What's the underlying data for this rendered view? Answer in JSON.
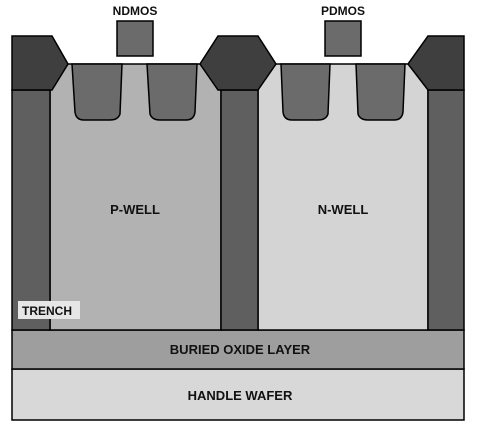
{
  "labels": {
    "ndmos": "NDMOS",
    "pdmos": "PDMOS",
    "p_well": "P-WELL",
    "n_well": "N-WELL",
    "trench": "TRENCH",
    "buried_oxide": "BURIED OXIDE LAYER",
    "handle_wafer": "HANDLE WAFER"
  },
  "colors": {
    "outline": "#000000",
    "gate": "#6b6b6b",
    "field_oxide": "#3f3f3f",
    "trench": "#5f5f5f",
    "diffusion": "#6b6b6b",
    "p_well": "#b2b2b2",
    "n_well": "#d4d4d4",
    "buried_oxide": "#9e9e9e",
    "handle_wafer": "#d8d8d8",
    "trench_label_bg": "#e6e6e6"
  }
}
